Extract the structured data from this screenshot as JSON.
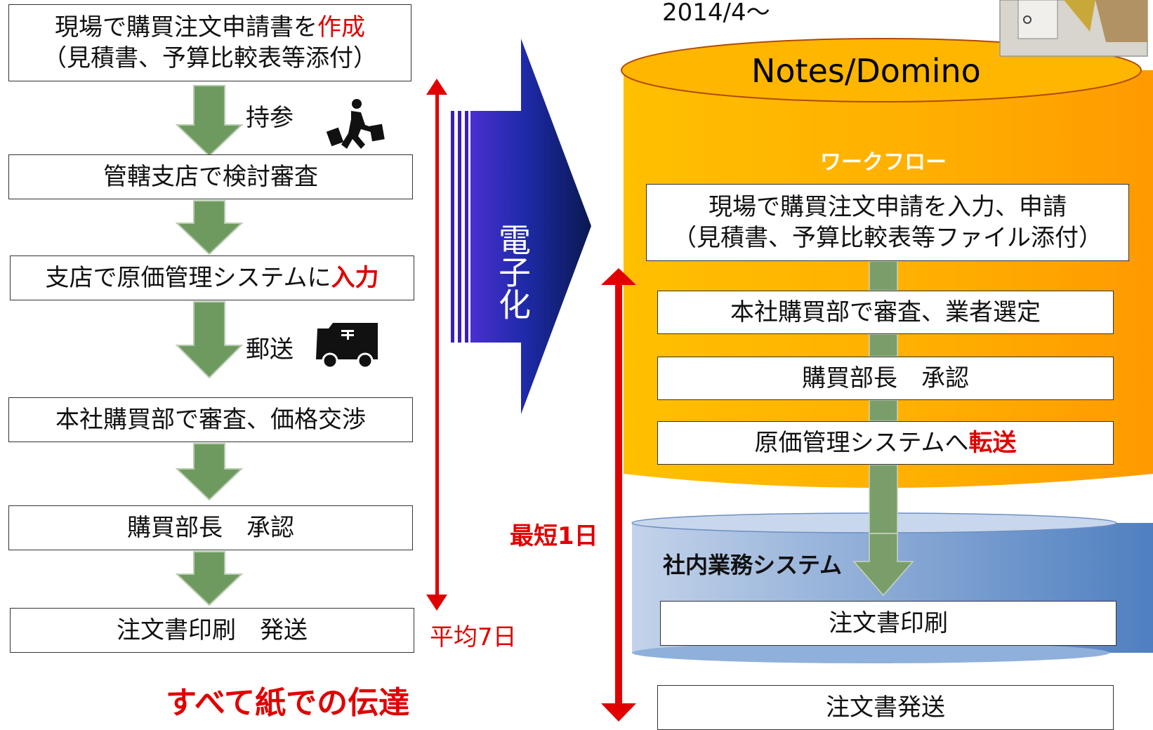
{
  "header": {
    "date": "2014/4～"
  },
  "before": {
    "steps": [
      {
        "pre": "現場で購買注文申請書を",
        "emph": "作成",
        "line2": "（見積書、予算比較表等添付）"
      },
      {
        "text": "管轄支店で検討審査"
      },
      {
        "pre": "支店で原価管理システムに",
        "emph": "入力"
      },
      {
        "text": "本社購買部で審査、価格交渉"
      },
      {
        "text": "購買部長　承認"
      },
      {
        "text": "注文書印刷　発送"
      }
    ],
    "transfer_labels": [
      "持参",
      "郵送"
    ],
    "duration_label": "平均7日",
    "caption": "すべて紙での伝達"
  },
  "transition": {
    "label": "電子化"
  },
  "after": {
    "db_title": "Notes/Domino",
    "workflow_label": "ワークフロー",
    "steps": [
      {
        "line1": "現場で購買注文申請を入力、申請",
        "line2": "（見積書、予算比較表等ファイル添付）"
      },
      {
        "text": "本社購買部で審査、業者選定"
      },
      {
        "text": "購買部長　承認"
      },
      {
        "pre": "原価管理システムへ",
        "emph": "転送"
      }
    ],
    "internal_system_label": "社内業務システム",
    "print_step": "注文書印刷",
    "send_step": "注文書発送",
    "duration_label": "最短1日"
  },
  "icons": [
    "running-person-icon",
    "mail-truck-icon",
    "laptop-person-icon"
  ],
  "colors": {
    "arrow_green": "#6e9a5f",
    "accent_red": "#e00000",
    "db_orange": "#ffb000",
    "db_blue": "#7fa2cf",
    "chevron_navy": "#0d1f6e"
  }
}
